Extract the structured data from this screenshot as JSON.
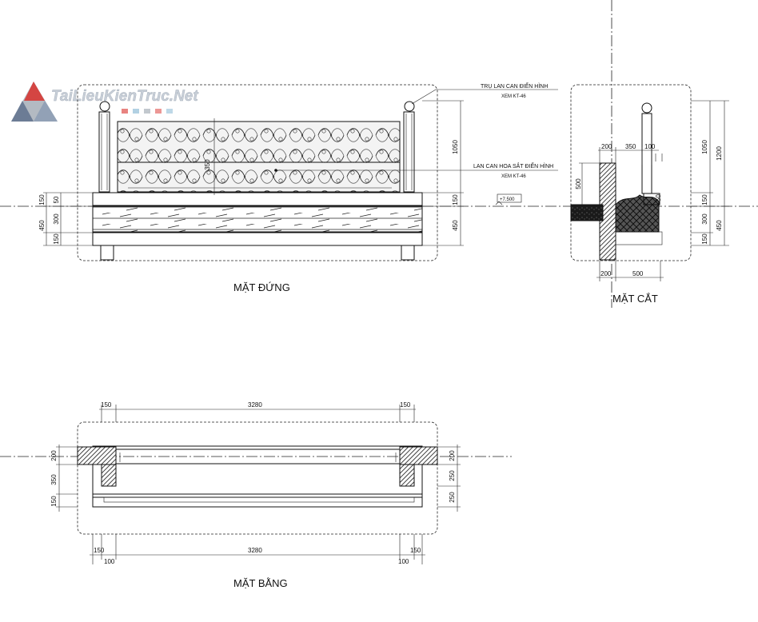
{
  "watermark": {
    "text": "TaiLieuKienTruc.Net"
  },
  "elevation": {
    "title": "MẶT ĐỨNG",
    "callout_post": "TRỤ LAN CAN ĐIỂN HÌNH",
    "callout_post_ref": "XEM KT-46",
    "callout_rail": "LAN CAN HOA SẮT ĐIỂN HÌNH",
    "callout_rail_ref": "XEM KT-46",
    "level": "+7.500",
    "dim_left": [
      "50",
      "150",
      "300",
      "450",
      "150"
    ],
    "dim_right": [
      "1050",
      "150",
      "450"
    ],
    "dim_center": "350"
  },
  "section": {
    "title": "MẶT CẮT",
    "dim_top": [
      "200",
      "350",
      "100"
    ],
    "dim_left": "500",
    "dim_right": [
      "1050",
      "1200",
      "150",
      "300",
      "450",
      "150"
    ],
    "dim_small": "50",
    "dim_bottom": [
      "200",
      "500"
    ]
  },
  "plan": {
    "title": "MẶT BẰNG",
    "dim_top": [
      "150",
      "3280",
      "150"
    ],
    "dim_left": [
      "200",
      "350",
      "150"
    ],
    "dim_right": [
      "200",
      "250",
      "250"
    ],
    "dim_bottom": [
      "150",
      "3280",
      "150"
    ],
    "dim_bottom2": [
      "100",
      "100"
    ]
  },
  "colors": {
    "line": "#111111",
    "hatch": "#222222",
    "watermark_red": "#d9302c"
  }
}
